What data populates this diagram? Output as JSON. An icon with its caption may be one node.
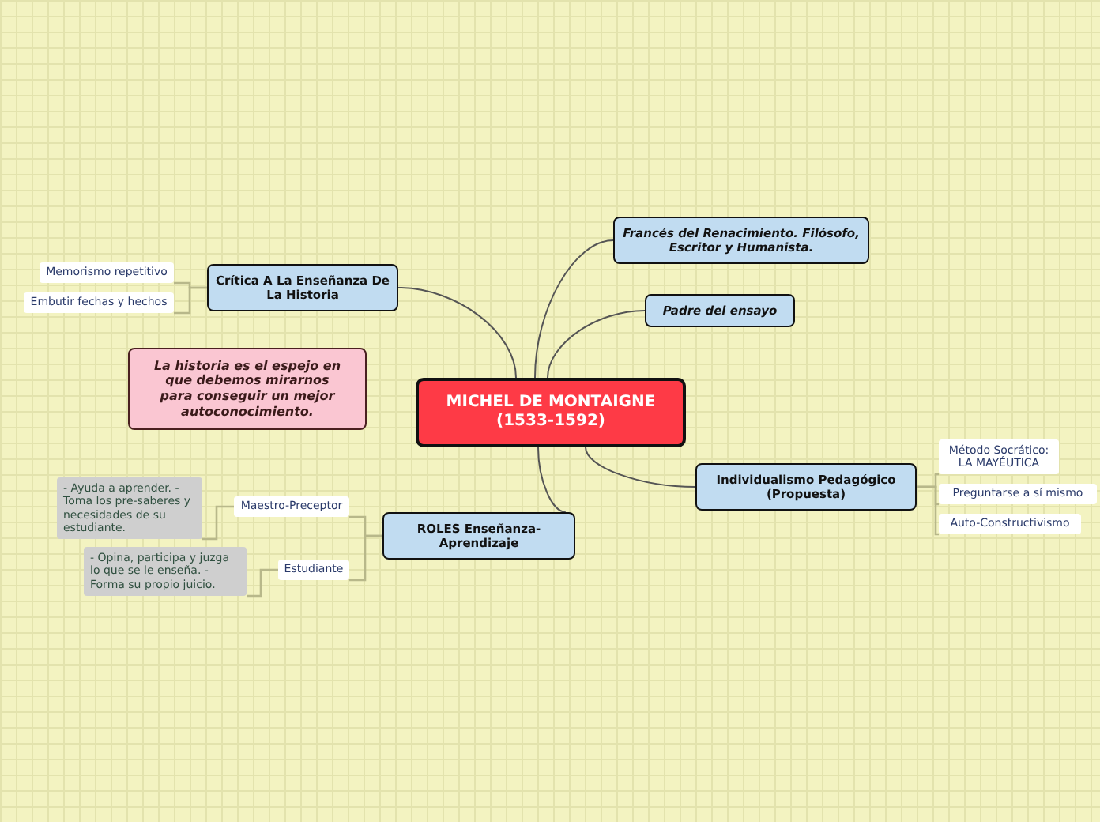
{
  "diagram": {
    "nodes": [
      {
        "text": [
          "MICHEL DE MONTAIGNE (1533-1592)"
        ]
      },
      {
        "text": [
          "Francés del Renacimiento. Filósofo, Escritor y Humanista."
        ]
      },
      {
        "text": [
          "Padre del ensayo"
        ]
      },
      {
        "text": [
          "Individualismo Pedagógico (Propuesta)"
        ]
      },
      {
        "text": [
          "Método Socrático: LA MAYÉUTICA"
        ]
      },
      {
        "text": [
          "Preguntarse a sí mismo"
        ]
      },
      {
        "text": [
          "Auto-Constructivismo"
        ]
      },
      {
        "text": [
          "ROLES Enseñanza-Aprendizaje"
        ]
      },
      {
        "text": [
          "Maestro-Preceptor"
        ]
      },
      {
        "text": [
          "Estudiante"
        ]
      },
      {
        "text": [
          "- Ayuda a aprender. - Toma los pre-saberes y necesidades de su estudiante."
        ]
      },
      {
        "text": [
          "- Opina, participa y juzga lo que se le enseña. - Forma su propio juicio."
        ]
      },
      {
        "text": [
          "Crítica A La Enseñanza De La Historia"
        ]
      },
      {
        "text": [
          "Memorismo repetitivo"
        ]
      },
      {
        "text": [
          "Embutir fechas y hechos"
        ]
      },
      {
        "text": [
          "La historia es el espejo en que debemos mirarnos para conseguir un mejor autoconocimiento."
        ]
      }
    ],
    "edges": [
      {
        "from": 0,
        "to": 1,
        "arrow": "none",
        "color": "#555555"
      },
      {
        "from": 0,
        "to": 2,
        "arrow": "none",
        "color": "#555555"
      },
      {
        "from": 0,
        "to": 12,
        "arrow": "none",
        "color": "#555555"
      },
      {
        "from": 0,
        "to": 3,
        "arrow": "none",
        "color": "#555555"
      },
      {
        "from": 0,
        "to": 7,
        "arrow": "none",
        "color": "#555555"
      },
      {
        "from": 3,
        "to": 4,
        "arrow": "none"
      },
      {
        "from": 3,
        "to": 5,
        "arrow": "none"
      },
      {
        "from": 3,
        "to": 6,
        "arrow": "none"
      },
      {
        "from": 7,
        "to": 8,
        "arrow": "none"
      },
      {
        "from": 7,
        "to": 9,
        "arrow": "none"
      },
      {
        "from": 8,
        "to": 10,
        "arrow": "none"
      },
      {
        "from": 9,
        "to": 11,
        "arrow": "none"
      },
      {
        "from": 12,
        "to": 13,
        "arrow": "none"
      },
      {
        "from": 12,
        "to": 14,
        "arrow": "none"
      }
    ]
  }
}
